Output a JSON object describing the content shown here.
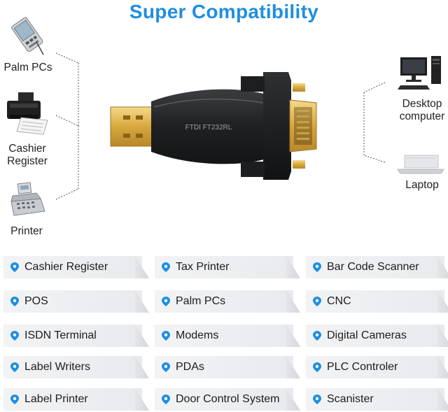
{
  "title": "Super Compatibility",
  "colors": {
    "title": "#1e8fe0",
    "pin": "#1e8fe0",
    "tag_bg": "#eceef1"
  },
  "devices": {
    "palm": {
      "label": "Palm PCs",
      "icon": "pda-icon"
    },
    "cashier": {
      "label_line1": "Cashier",
      "label_line2": "Register",
      "icon": "receipt-printer-icon"
    },
    "printer": {
      "label": "Printer",
      "icon": "cash-register-icon"
    },
    "desktop": {
      "label_line1": "Desktop",
      "label_line2": "computer",
      "icon": "desktop-computer-icon"
    },
    "laptop": {
      "label": "Laptop",
      "icon": "laptop-icon"
    }
  },
  "product": {
    "chip_text": "FTDI FT232RL",
    "icon": "usb-to-db9-adapter"
  },
  "tags": [
    [
      "Cashier Register",
      "Tax Printer",
      "Bar Code Scanner"
    ],
    [
      "POS",
      "Palm PCs",
      "CNC"
    ],
    [
      "ISDN Terminal",
      "Modems",
      "Digital Cameras"
    ],
    [
      "Label Writers",
      "PDAs",
      "PLC Controler"
    ],
    [
      "Label Printer",
      "Door Control System",
      "Scanister"
    ]
  ]
}
